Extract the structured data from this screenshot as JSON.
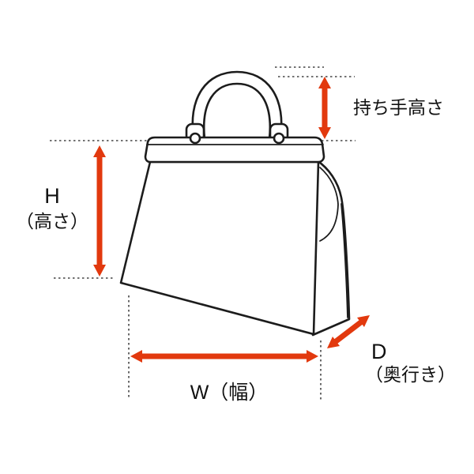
{
  "diagram": {
    "labels": {
      "handle_height": "持ち手高さ",
      "height_symbol": "H",
      "height_caption": "（高さ）",
      "width": "W（幅）",
      "depth_symbol": "D",
      "depth_caption": "（奥行き）"
    },
    "colors": {
      "arrow": "#e2390e",
      "outline": "#1c1c1c",
      "guide_dots": "#444444",
      "background": "#ffffff"
    }
  }
}
